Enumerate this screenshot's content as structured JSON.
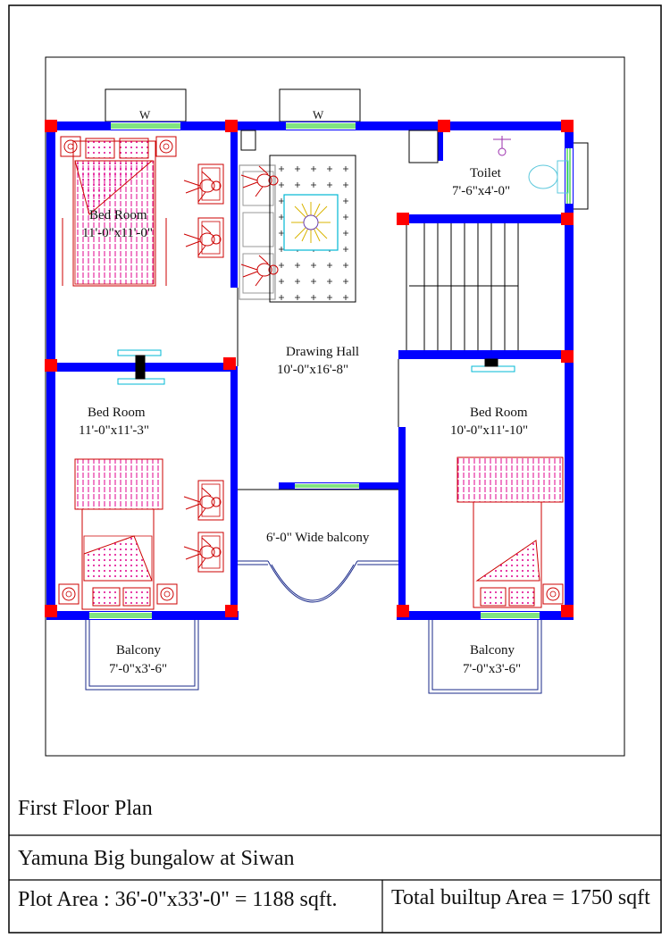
{
  "plan": {
    "rooms": {
      "bed_room_1": {
        "name": "Bed Room",
        "size": "11'-0\"x11'-0\""
      },
      "bed_room_2": {
        "name": "Bed Room",
        "size": "11'-0\"x11'-3\""
      },
      "bed_room_3": {
        "name": "Bed Room",
        "size": "10'-0\"x11'-10\""
      },
      "drawing_hall": {
        "name": "Drawing Hall",
        "size": "10'-0\"x16'-8\""
      },
      "toilet": {
        "name": "Toilet",
        "size": "7'-6\"x4'-0\""
      },
      "wide_balcony": {
        "name": "6'-0\" Wide balcony"
      },
      "balcony_left": {
        "name": "Balcony",
        "size": "7'-0\"x3'-6\""
      },
      "balcony_right": {
        "name": "Balcony",
        "size": "7'-0\"x3'-6\""
      }
    },
    "window_label": "W"
  },
  "title_block": {
    "plan_title": "First Floor Plan",
    "project_name": "Yamuna Big bungalow at Siwan",
    "plot_area": "Plot Area : 36'-0\"x33'-0\" = 1188 sqft.",
    "builtup_area": "Total builtup Area = 1750 sqft"
  },
  "colors": {
    "wall": "#0000ff",
    "column": "#ff0000",
    "window": "#00c800",
    "furniture": "#cc0000",
    "bed_pattern": "#e0008c",
    "sofa": "#9a9a9a",
    "rug_center": "#d9b400",
    "linework": "#000000"
  }
}
